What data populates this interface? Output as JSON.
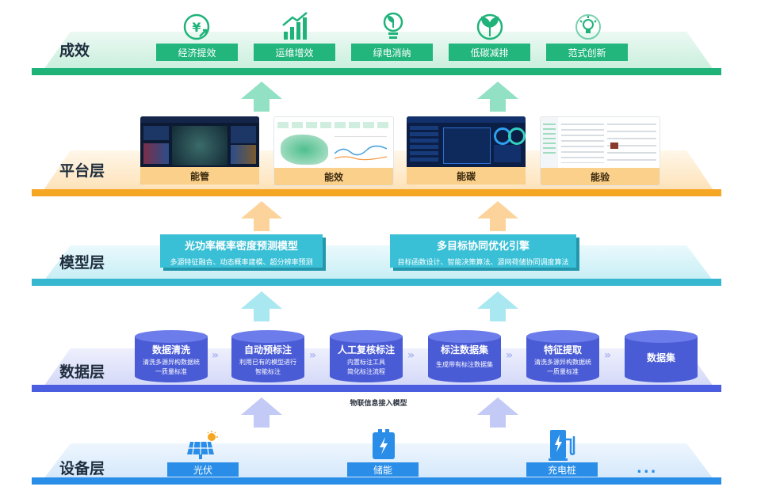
{
  "layers": {
    "outcome": "成效",
    "platform": "平台层",
    "model": "模型层",
    "data": "数据层",
    "device": "设备层"
  },
  "outcomes": [
    {
      "label": "经济提效",
      "icon": "yen-growth-icon"
    },
    {
      "label": "运维增效",
      "icon": "bar-chart-growth-icon"
    },
    {
      "label": "绿电消纳",
      "icon": "green-bulb-icon"
    },
    {
      "label": "低碳减排",
      "icon": "leaf-circle-icon"
    },
    {
      "label": "范式创新",
      "icon": "idea-bulb-icon"
    }
  ],
  "platforms": [
    {
      "label": "能管"
    },
    {
      "label": "能效"
    },
    {
      "label": "能碳"
    },
    {
      "label": "能验"
    }
  ],
  "models": [
    {
      "title": "光功率概率密度预测模型",
      "subtitle": "多源特征融合、动态概率建模、超分辨率预测"
    },
    {
      "title": "多目标协同优化引擎",
      "subtitle": "目标函数设计、智能决策算法、源网荷储协同调度算法"
    }
  ],
  "data_steps": [
    {
      "title": "数据清洗",
      "sub1": "清洗多源异构数据统",
      "sub2": "一质量标准"
    },
    {
      "title": "自动预标注",
      "sub1": "利用已有的模型进行",
      "sub2": "智能标注"
    },
    {
      "title": "人工复核标注",
      "sub1": "内置标注工具",
      "sub2": "简化标注流程"
    },
    {
      "title": "标注数据集",
      "sub1": "生成带有标注数据集",
      "sub2": ""
    },
    {
      "title": "特征提取",
      "sub1": "清洗多源异构数据统",
      "sub2": "一质量标准"
    },
    {
      "title": "数据集",
      "sub1": "",
      "sub2": ""
    }
  ],
  "iot_label": "物联信息接入模型",
  "devices": [
    {
      "label": "光伏",
      "icon": "solar-panel-icon"
    },
    {
      "label": "储能",
      "icon": "battery-icon"
    },
    {
      "label": "充电桩",
      "icon": "charging-pile-icon"
    }
  ],
  "more": "...",
  "colors": {
    "outcome": "#1fb37a",
    "platform": "#f5a623",
    "model": "#36b7cf",
    "data": "#4b5ee0",
    "device": "#2a8ee8"
  }
}
